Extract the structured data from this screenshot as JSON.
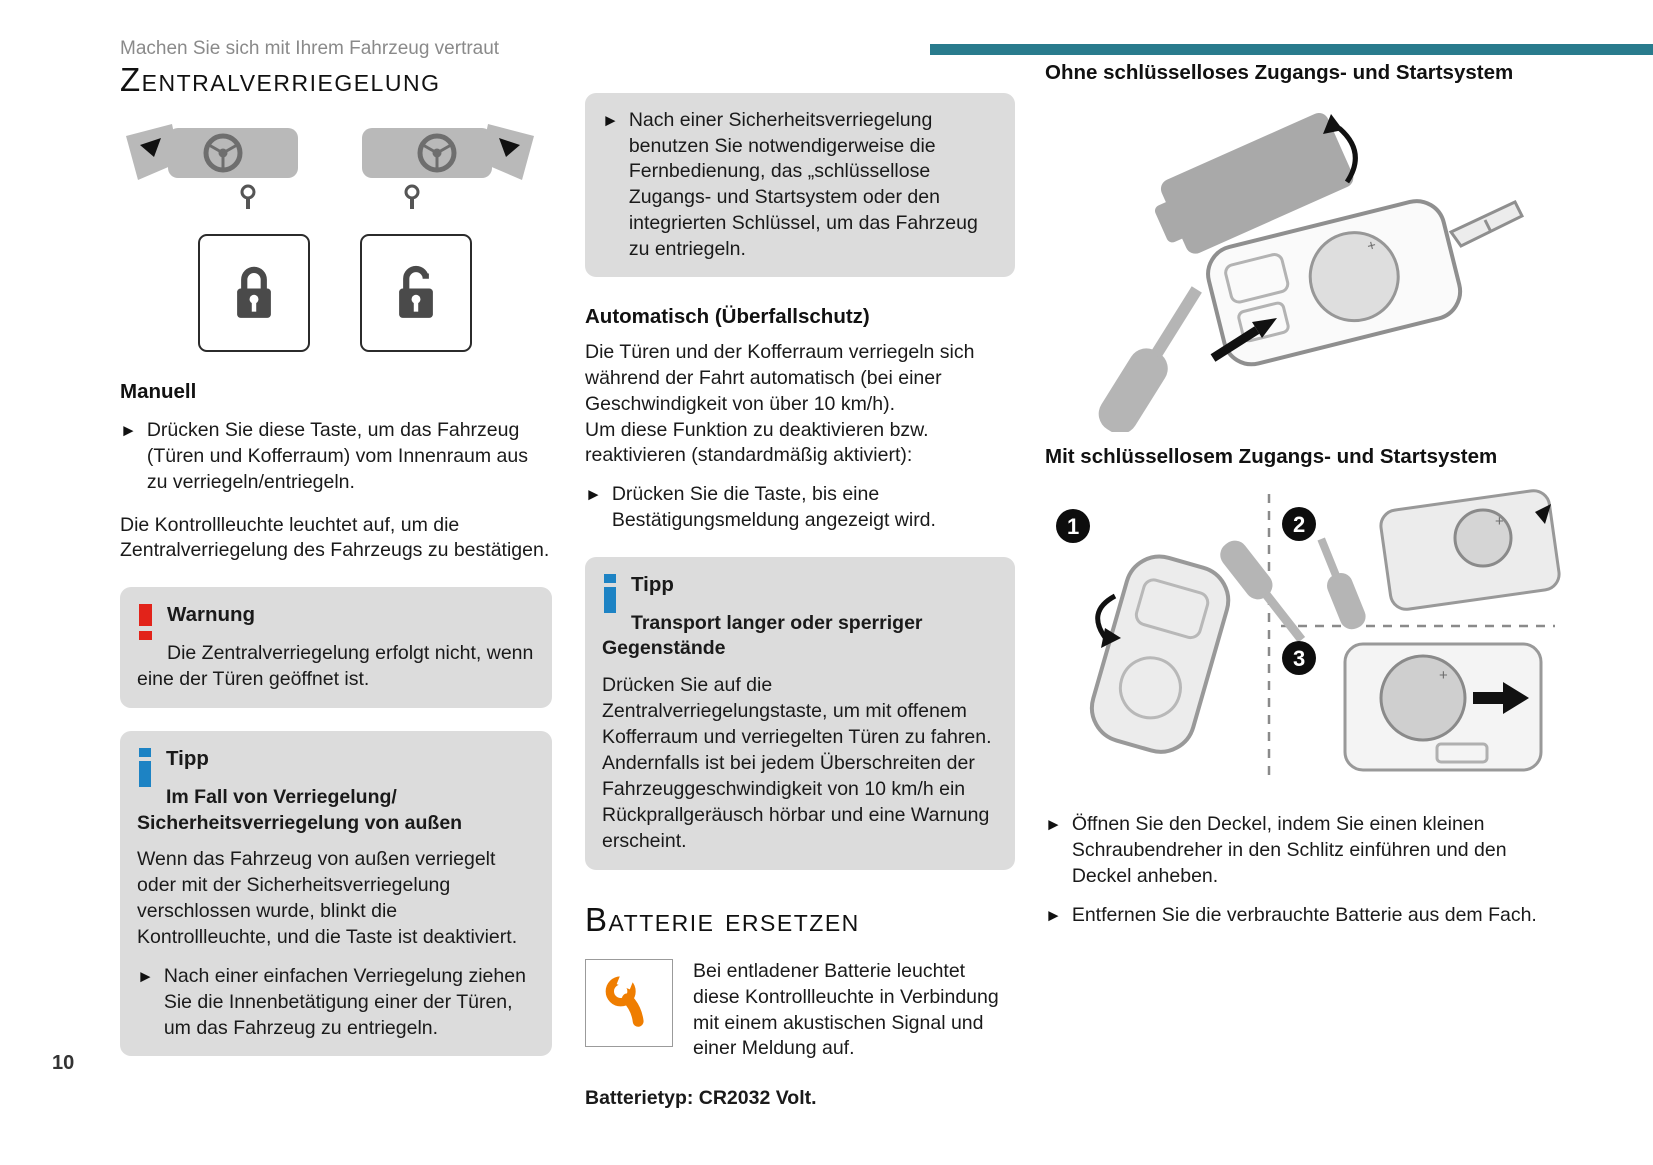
{
  "page": {
    "header": "Machen Sie sich mit Ihrem Fahrzeug vertraut",
    "number": "10"
  },
  "icons": {
    "bullet": "►",
    "battery_plus": "+"
  },
  "colors": {
    "teal_bar": "#297b8d",
    "box_gray": "#dcdcdc",
    "warning_red": "#e2231a",
    "tip_blue": "#1d83c4",
    "wrench_orange": "#ef7d00"
  },
  "col1": {
    "title": "Zentralverriegelung",
    "manuell_heading": "Manuell",
    "bullet1": "Drücken Sie diese Taste, um das Fahrzeug (Türen und Kofferraum) vom Innenraum aus zu verriegeln/entriegeln.",
    "para1": "Die Kontrollleuchte leuchtet auf, um die Zentralverriegelung des Fahrzeugs zu bestätigen.",
    "warning": {
      "title": "Warnung",
      "text": "Die Zentralverriegelung erfolgt nicht, wenn eine der Türen geöffnet ist."
    },
    "tip": {
      "title": "Tipp",
      "subtitle": "Im Fall von Verriegelung/ Sicherheitsverriegelung von außen",
      "text": "Wenn das Fahrzeug von außen verriegelt oder mit der Sicherheitsverriegelung verschlossen wurde, blinkt die Kontrollleuchte, und die Taste ist deaktiviert.",
      "bullet": "Nach einer einfachen Verriegelung ziehen Sie die Innenbetätigung einer der Türen, um das Fahrzeug zu entriegeln."
    }
  },
  "col2": {
    "note_bullet": "Nach einer Sicherheitsverriegelung benutzen Sie notwendigerweise die Fernbedienung, das „schlüssellose Zugangs- und Startsystem oder den integrierten Schlüssel, um das Fahrzeug zu entriegeln.",
    "auto_heading": "Automatisch (Überfallschutz)",
    "auto_para1": "Die Türen und der Kofferraum verriegeln sich während der Fahrt automatisch (bei einer Geschwindigkeit von über 10 km/h).",
    "auto_para2": "Um diese Funktion zu deaktivieren bzw. reaktivieren (standardmäßig aktiviert):",
    "auto_bullet": "Drücken Sie die Taste, bis eine Bestätigungsmeldung angezeigt wird.",
    "tip": {
      "title": "Tipp",
      "subtitle": "Transport langer oder sperriger Gegenstände",
      "text": "Drücken Sie auf die Zentralverriegelungstaste, um mit offenem Kofferraum und verriegelten Türen zu fahren. Andernfalls ist bei jedem Überschreiten der Fahrzeuggeschwindigkeit von 10 km/h ein Rückprallgeräusch hörbar und eine Warnung erscheint."
    },
    "battery_title": "Batterie ersetzen",
    "battery_para": "Bei entladener Batterie leuchtet diese Kontrollleuchte in Verbindung mit einem akustischen Signal und einer Meldung auf.",
    "battery_type": "Batterietyp: CR2032 Volt."
  },
  "col3": {
    "heading1": "Ohne schlüsselloses Zugangs- und Startsystem",
    "heading2": "Mit schlüssellosem Zugangs- und Startsystem",
    "steps": [
      "1",
      "2",
      "3"
    ],
    "bullet1": "Öffnen Sie den Deckel, indem Sie einen kleinen Schraubendreher in den Schlitz einführen und den Deckel anheben.",
    "bullet2": "Entfernen Sie die verbrauchte Batterie aus dem Fach."
  }
}
